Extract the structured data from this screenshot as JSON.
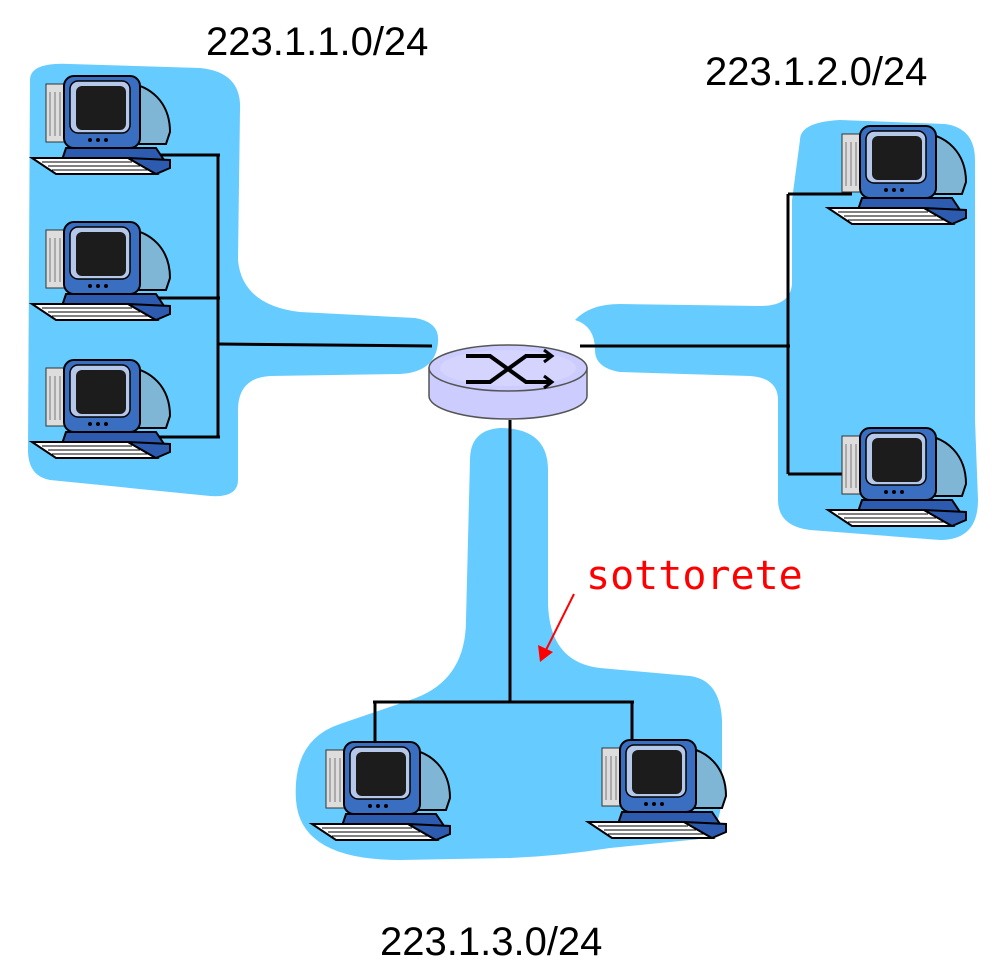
{
  "subnets": [
    {
      "label": "223.1.1.0/24"
    },
    {
      "label": "223.1.2.0/24"
    },
    {
      "label": "223.1.3.0/24"
    }
  ],
  "annotation": {
    "text": "sottorete",
    "color": "#ff0000"
  },
  "colors": {
    "subnet_fill": "#66ccff",
    "router_fill": "#ccccff",
    "link": "#000000"
  },
  "icons": {
    "router": "router-icon",
    "host": "desktop-computer-icon"
  }
}
